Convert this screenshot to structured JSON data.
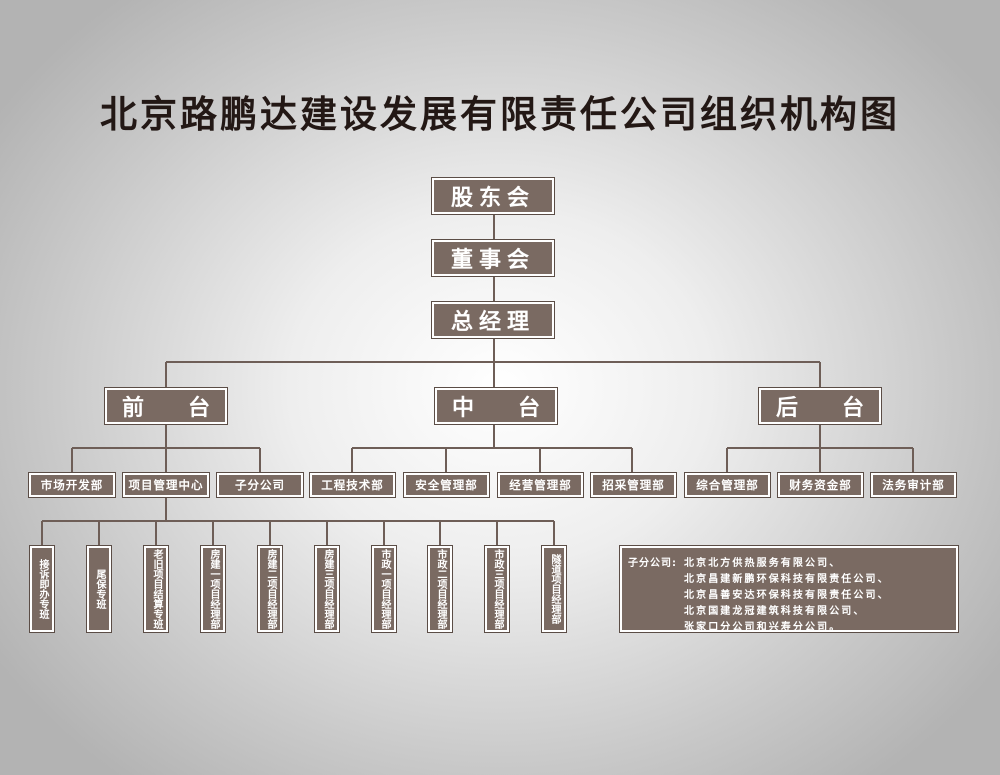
{
  "title": "北京路鹏达建设发展有限责任公司组织机构图",
  "top": {
    "shareholders": "股东会",
    "board": "董事会",
    "gm": "总经理"
  },
  "platforms": {
    "front": [
      "前",
      "台"
    ],
    "middle": [
      "中",
      "台"
    ],
    "back": [
      "后",
      "台"
    ]
  },
  "departments": {
    "front": [
      "市场开发部",
      "项目管理中心",
      "子分公司"
    ],
    "middle": [
      "工程技术部",
      "安全管理部",
      "经营管理部",
      "招采管理部"
    ],
    "back": [
      "综合管理部",
      "财务资金部",
      "法务审计部"
    ]
  },
  "project_teams": [
    "接诉即办专班",
    "尾保专班",
    "老旧项目结算专班",
    "房建一项目经理部",
    "房建二项目经理部",
    "房建三项目经理部",
    "市政一项目经理部",
    "市政二项目经理部",
    "市政三项目经理部",
    "隧道项目经理部"
  ],
  "subsidiaries": {
    "label": "子分公司:",
    "lines": [
      "北京北方供热服务有限公司、",
      "北京昌建新鹏环保科技有限责任公司、",
      "北京昌善安达环保科技有限责任公司、",
      "北京国建龙冠建筑科技有限公司、",
      "张家口分公司和兴寿分公司。"
    ]
  },
  "colors": {
    "box_fill": "#7a6a62",
    "box_border": "#ffffff",
    "connector": "#6e5e57",
    "title": "#231815"
  }
}
